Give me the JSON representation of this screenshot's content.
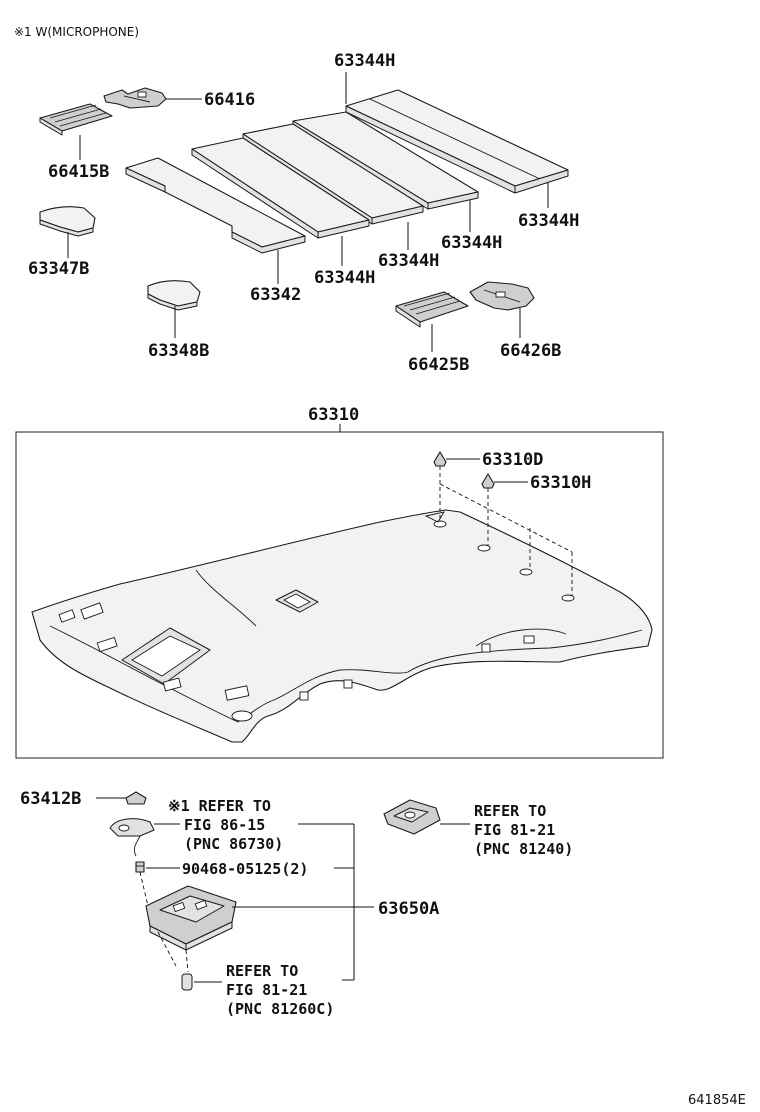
{
  "header_note": "※1 W(MICROPHONE)",
  "diagram_code": "641854E",
  "part_labels": {
    "p66416": "66416",
    "p66415B": "66415B",
    "p63344H_top": "63344H",
    "p63344H_right": "63344H",
    "p63344H_mid2": "63344H",
    "p63344H_mid1": "63344H",
    "p63344H_left": "63344H",
    "p63342": "63342",
    "p63347B": "63347B",
    "p63348B": "63348B",
    "p66425B": "66425B",
    "p66426B": "66426B",
    "p63310": "63310",
    "p63310D": "63310D",
    "p63310H": "63310H",
    "p63412B": "63412B",
    "p90468": "90468-05125(2)",
    "p63650A": "63650A"
  },
  "refs": {
    "mic": [
      "※1 REFER TO",
      "FIG 86-15",
      "(PNC 86730)"
    ],
    "lamp_right": [
      "REFER TO",
      "FIG 81-21",
      "(PNC 81240)"
    ],
    "bulb": [
      "REFER TO",
      "FIG 81-21",
      "(PNC 81260C)"
    ]
  }
}
